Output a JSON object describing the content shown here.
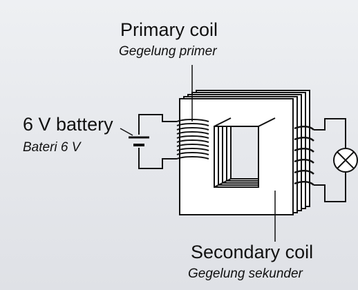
{
  "labels": {
    "primary_coil": "Primary coil",
    "primary_coil_ms": "Gegelung primer",
    "battery": "6 V battery",
    "battery_ms": "Bateri 6 V",
    "secondary_coil": "Secondary coil",
    "secondary_coil_ms": "Gegelung sekunder"
  },
  "diagram": {
    "primary_turns": 10,
    "secondary_turns": 6,
    "core_laminations": 5,
    "secondary_load": "bulb"
  },
  "colors": {
    "background": "#e6e8ec",
    "ink": "#111111",
    "core_fill": "#ffffff"
  }
}
